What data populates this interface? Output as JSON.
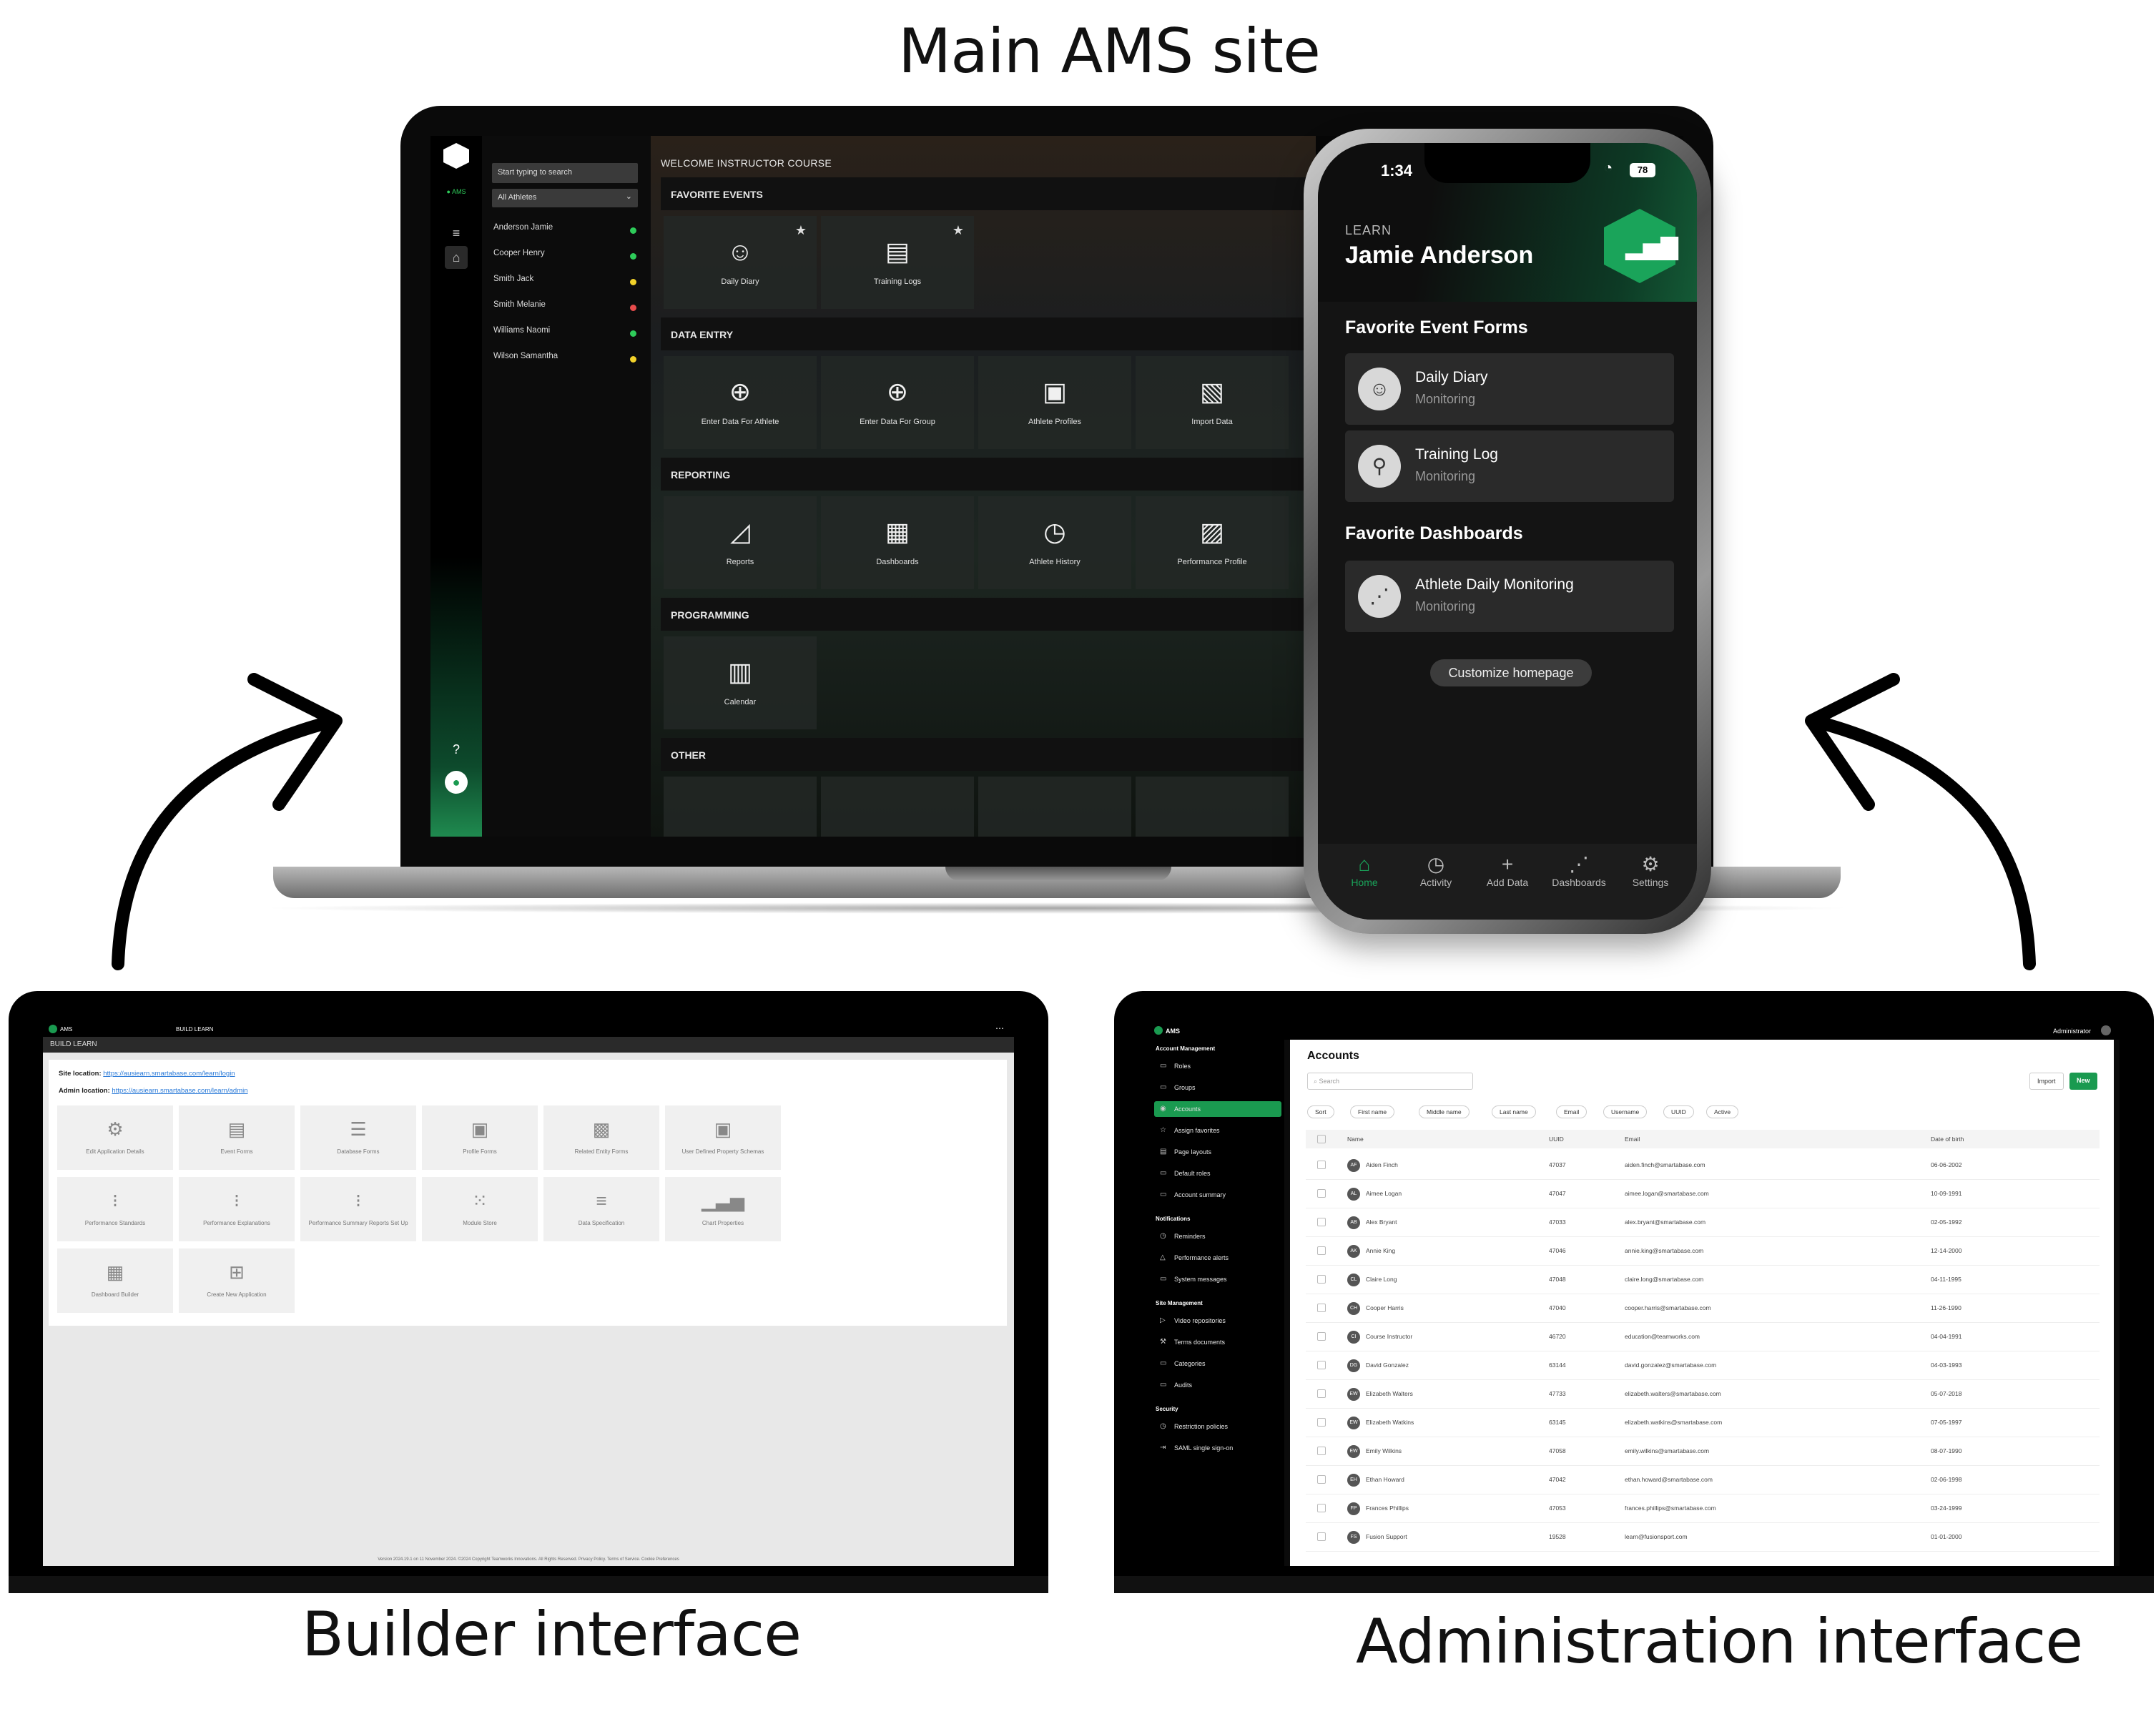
{
  "captions": {
    "main": "Main AMS site",
    "builder": "Builder interface",
    "admin": "Administration interface"
  },
  "main_site": {
    "search_placeholder": "Start typing to search",
    "athlete_filter": "All Athletes",
    "athletes": [
      {
        "name": "Anderson Jamie",
        "status_color": "#2ecc5a"
      },
      {
        "name": "Cooper Henry",
        "status_color": "#2ecc5a"
      },
      {
        "name": "Smith Jack",
        "status_color": "#f2d22a"
      },
      {
        "name": "Smith Melanie",
        "status_color": "#e74c4c"
      },
      {
        "name": "Williams Naomi",
        "status_color": "#2ecc5a"
      },
      {
        "name": "Wilson Samantha",
        "status_color": "#f2d22a"
      }
    ],
    "welcome": "WELCOME INSTRUCTOR COURSE",
    "sections": {
      "favorite_events": "FAVORITE EVENTS",
      "data_entry": "DATA ENTRY",
      "reporting": "REPORTING",
      "programming": "PROGRAMMING",
      "other": "OTHER"
    },
    "favorite_tiles": [
      {
        "label": "Daily Diary",
        "icon": "standing-person-icon"
      },
      {
        "label": "Training Logs",
        "icon": "document-icon"
      }
    ],
    "data_entry_tiles": [
      {
        "label": "Enter Data For Athlete",
        "icon": "plus-circle-icon"
      },
      {
        "label": "Enter Data For Group",
        "icon": "plus-circle-group-icon"
      },
      {
        "label": "Athlete Profiles",
        "icon": "id-card-icon"
      },
      {
        "label": "Import Data",
        "icon": "file-import-icon"
      }
    ],
    "reporting_tiles": [
      {
        "label": "Reports",
        "icon": "area-chart-icon"
      },
      {
        "label": "Dashboards",
        "icon": "dashboard-grid-icon"
      },
      {
        "label": "Athlete History",
        "icon": "history-icon"
      },
      {
        "label": "Performance Profile",
        "icon": "profile-doc-icon"
      }
    ],
    "programming_tiles": [
      {
        "label": "Calendar",
        "icon": "calendar-icon"
      }
    ]
  },
  "phone": {
    "time": "1:34",
    "battery": "78",
    "header_label": "LEARN",
    "user_name": "Jamie Anderson",
    "fav_forms_title": "Favorite Event Forms",
    "fav_forms": [
      {
        "title": "Daily Diary",
        "subtitle": "Monitoring",
        "icon": "standing-person-icon"
      },
      {
        "title": "Training Log",
        "subtitle": "Monitoring",
        "icon": "running-person-icon"
      }
    ],
    "fav_dash_title": "Favorite Dashboards",
    "fav_dashboards": [
      {
        "title": "Athlete Daily Monitoring",
        "subtitle": "Monitoring",
        "icon": "trend-icon"
      }
    ],
    "customize_label": "Customize homepage",
    "tabs": [
      {
        "label": "Home",
        "icon": "home-icon",
        "active": true
      },
      {
        "label": "Activity",
        "icon": "history-icon",
        "active": false
      },
      {
        "label": "Add Data",
        "icon": "plus-icon",
        "active": false
      },
      {
        "label": "Dashboards",
        "icon": "trend-icon",
        "active": false
      },
      {
        "label": "Settings",
        "icon": "gear-icon",
        "active": false
      }
    ],
    "accent": "#1aa45a"
  },
  "builder": {
    "app_name": "AMS",
    "top_center": "BUILD LEARN",
    "sub_title": "BUILD LEARN",
    "site_location_label": "Site location:",
    "site_location_url": "https://ausiearn.smartabase.com/learn/login",
    "admin_location_label": "Admin location:",
    "admin_location_url": "https://ausiearn.smartabase.com/learn/admin",
    "tiles": [
      {
        "label": "Edit Application Details",
        "icon": "gear-icon"
      },
      {
        "label": "Event Forms",
        "icon": "document-icon"
      },
      {
        "label": "Database Forms",
        "icon": "database-icon"
      },
      {
        "label": "Profile Forms",
        "icon": "id-card-icon"
      },
      {
        "label": "Related Entity Forms",
        "icon": "grid-doc-icon"
      },
      {
        "label": "User Defined Property Schemas",
        "icon": "id-card-icon"
      },
      {
        "label": "Performance Standards",
        "icon": "traffic-light-icon"
      },
      {
        "label": "Performance Explanations",
        "icon": "traffic-light-icon"
      },
      {
        "label": "Performance Summary Reports Set Up",
        "icon": "traffic-light-icon"
      },
      {
        "label": "Module Store",
        "icon": "apps-grid-icon"
      },
      {
        "label": "Data Specification",
        "icon": "list-icon"
      },
      {
        "label": "Chart Properties",
        "icon": "bar-chart-icon"
      },
      {
        "label": "Dashboard Builder",
        "icon": "dashboard-grid-icon"
      },
      {
        "label": "Create New Application",
        "icon": "add-box-icon"
      }
    ],
    "footer": "Version 2024.19.1 on 11 November 2024. ©2024 Copyright Teamworks Innovations. All Rights Reserved. Privacy Policy. Terms of Service. Cookie Preferences"
  },
  "admin": {
    "app_name": "AMS",
    "user_menu": "Administrator",
    "groups": [
      {
        "title": "Account Management",
        "items": [
          {
            "label": "Roles",
            "icon": "folder-icon",
            "active": false
          },
          {
            "label": "Groups",
            "icon": "folder-icon",
            "active": false
          },
          {
            "label": "Accounts",
            "icon": "accounts-icon",
            "active": true
          },
          {
            "label": "Assign favorites",
            "icon": "star-icon",
            "active": false
          },
          {
            "label": "Page layouts",
            "icon": "layout-icon",
            "active": false
          },
          {
            "label": "Default roles",
            "icon": "folder-icon",
            "active": false
          },
          {
            "label": "Account summary",
            "icon": "summary-icon",
            "active": false
          }
        ]
      },
      {
        "title": "Notifications",
        "items": [
          {
            "label": "Reminders",
            "icon": "clock-icon",
            "active": false
          },
          {
            "label": "Performance alerts",
            "icon": "bell-icon",
            "active": false
          },
          {
            "label": "System messages",
            "icon": "message-icon",
            "active": false
          }
        ]
      },
      {
        "title": "Site Management",
        "items": [
          {
            "label": "Video repositories",
            "icon": "video-icon",
            "active": false
          },
          {
            "label": "Terms documents",
            "icon": "gavel-icon",
            "active": false
          },
          {
            "label": "Categories",
            "icon": "folder-icon",
            "active": false
          },
          {
            "label": "Audits",
            "icon": "folder-icon",
            "active": false
          }
        ]
      },
      {
        "title": "Security",
        "items": [
          {
            "label": "Restriction policies",
            "icon": "clock-icon",
            "active": false
          },
          {
            "label": "SAML single sign-on",
            "icon": "login-icon",
            "active": false
          }
        ]
      }
    ],
    "page_title": "Accounts",
    "search_placeholder": "Search",
    "import_label": "Import",
    "new_label": "New",
    "chips": [
      "Sort",
      "First name",
      "Middle name",
      "Last name",
      "Email",
      "Username",
      "UUID",
      "Active"
    ],
    "columns": {
      "name": "Name",
      "uuid": "UUID",
      "email": "Email",
      "dob": "Date of birth"
    },
    "rows": [
      {
        "initials": "AF",
        "name": "Aiden Finch",
        "uuid": "47037",
        "email": "aiden.finch@smartabase.com",
        "dob": "06-06-2002"
      },
      {
        "initials": "AL",
        "name": "Aimee Logan",
        "uuid": "47047",
        "email": "aimee.logan@smartabase.com",
        "dob": "10-09-1991"
      },
      {
        "initials": "AB",
        "name": "Alex Bryant",
        "uuid": "47033",
        "email": "alex.bryant@smartabase.com",
        "dob": "02-05-1992"
      },
      {
        "initials": "AK",
        "name": "Annie King",
        "uuid": "47046",
        "email": "annie.king@smartabase.com",
        "dob": "12-14-2000"
      },
      {
        "initials": "CL",
        "name": "Claire Long",
        "uuid": "47048",
        "email": "claire.long@smartabase.com",
        "dob": "04-11-1995"
      },
      {
        "initials": "CH",
        "name": "Cooper Harris",
        "uuid": "47040",
        "email": "cooper.harris@smartabase.com",
        "dob": "11-26-1990"
      },
      {
        "initials": "CI",
        "name": "Course Instructor",
        "uuid": "46720",
        "email": "education@teamworks.com",
        "dob": "04-04-1991"
      },
      {
        "initials": "DG",
        "name": "David Gonzalez",
        "uuid": "63144",
        "email": "david.gonzalez@smartabase.com",
        "dob": "04-03-1993"
      },
      {
        "initials": "EW",
        "name": "Elizabeth Walters",
        "uuid": "47733",
        "email": "elizabeth.walters@smartabase.com",
        "dob": "05-07-2018"
      },
      {
        "initials": "EW",
        "name": "Elizabeth Watkins",
        "uuid": "63145",
        "email": "elizabeth.watkins@smartabase.com",
        "dob": "07-05-1997"
      },
      {
        "initials": "EW",
        "name": "Emily Wilkins",
        "uuid": "47058",
        "email": "emily.wilkins@smartabase.com",
        "dob": "08-07-1990"
      },
      {
        "initials": "EH",
        "name": "Ethan Howard",
        "uuid": "47042",
        "email": "ethan.howard@smartabase.com",
        "dob": "02-06-1998"
      },
      {
        "initials": "FP",
        "name": "Frances Phillips",
        "uuid": "47053",
        "email": "frances.phillips@smartabase.com",
        "dob": "03-24-1999"
      },
      {
        "initials": "FS",
        "name": "Fusion Support",
        "uuid": "19528",
        "email": "learn@fusionsport.com",
        "dob": "01-01-2000"
      }
    ],
    "accent": "#1a9a50"
  }
}
